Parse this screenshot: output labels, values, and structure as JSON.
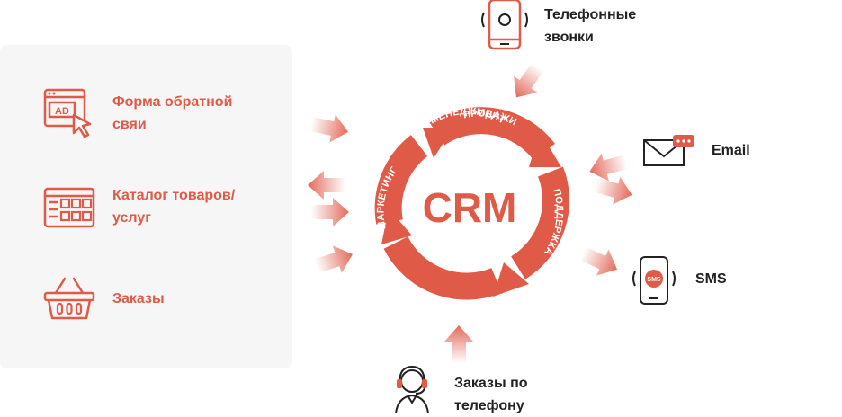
{
  "colors": {
    "accent": "#e05a48",
    "panel": "#f6f6f6",
    "text": "#222222"
  },
  "crm": {
    "center": "CRM",
    "segments": [
      "ПРОДАЖИ",
      "ПОДДЕРЖКА",
      "МЕНЕДЖМЕНТ",
      "МАРКЕТИНГ"
    ]
  },
  "left_sources": [
    {
      "label": "Форма обратной\nсвяи",
      "icon": "ad-click-icon"
    },
    {
      "label": "Каталог товаров/\nуслуг",
      "icon": "catalog-grid-icon"
    },
    {
      "label": "Заказы",
      "icon": "basket-icon"
    }
  ],
  "channels": {
    "phone_calls": "Телефонные\nзвонки",
    "email": "Email",
    "sms": "SMS",
    "sms_badge": "SMS",
    "phone_orders": "Заказы по\nтелефону"
  }
}
